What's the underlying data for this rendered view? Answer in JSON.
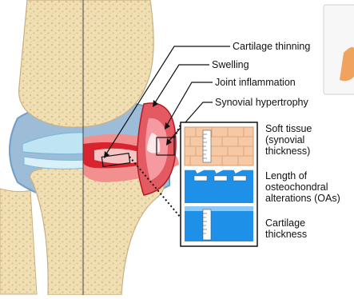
{
  "callouts": {
    "cartilage_thinning": "Cartilage thinning",
    "swelling": "Swelling",
    "joint_inflammation": "Joint inflammation",
    "synovial_hypertrophy": "Synovial hypertrophy"
  },
  "legend": {
    "soft_tissue": "Soft tissue\n(synovial\nthickness)",
    "length_osteochondral": "Length of\nosteochondral\nalterations (OAs)",
    "cartilage_thickness": "Cartilage\nthickness"
  },
  "colors": {
    "bone_fill": "#f1dfb4",
    "bone_spots": "#d9c08d",
    "cartilage": "#bfe4f2",
    "synovium": "#6f9fc8",
    "inflammation": "#d9242f",
    "tissue": "#f5c9a6",
    "ultrasound_blue": "#1e90e8"
  }
}
